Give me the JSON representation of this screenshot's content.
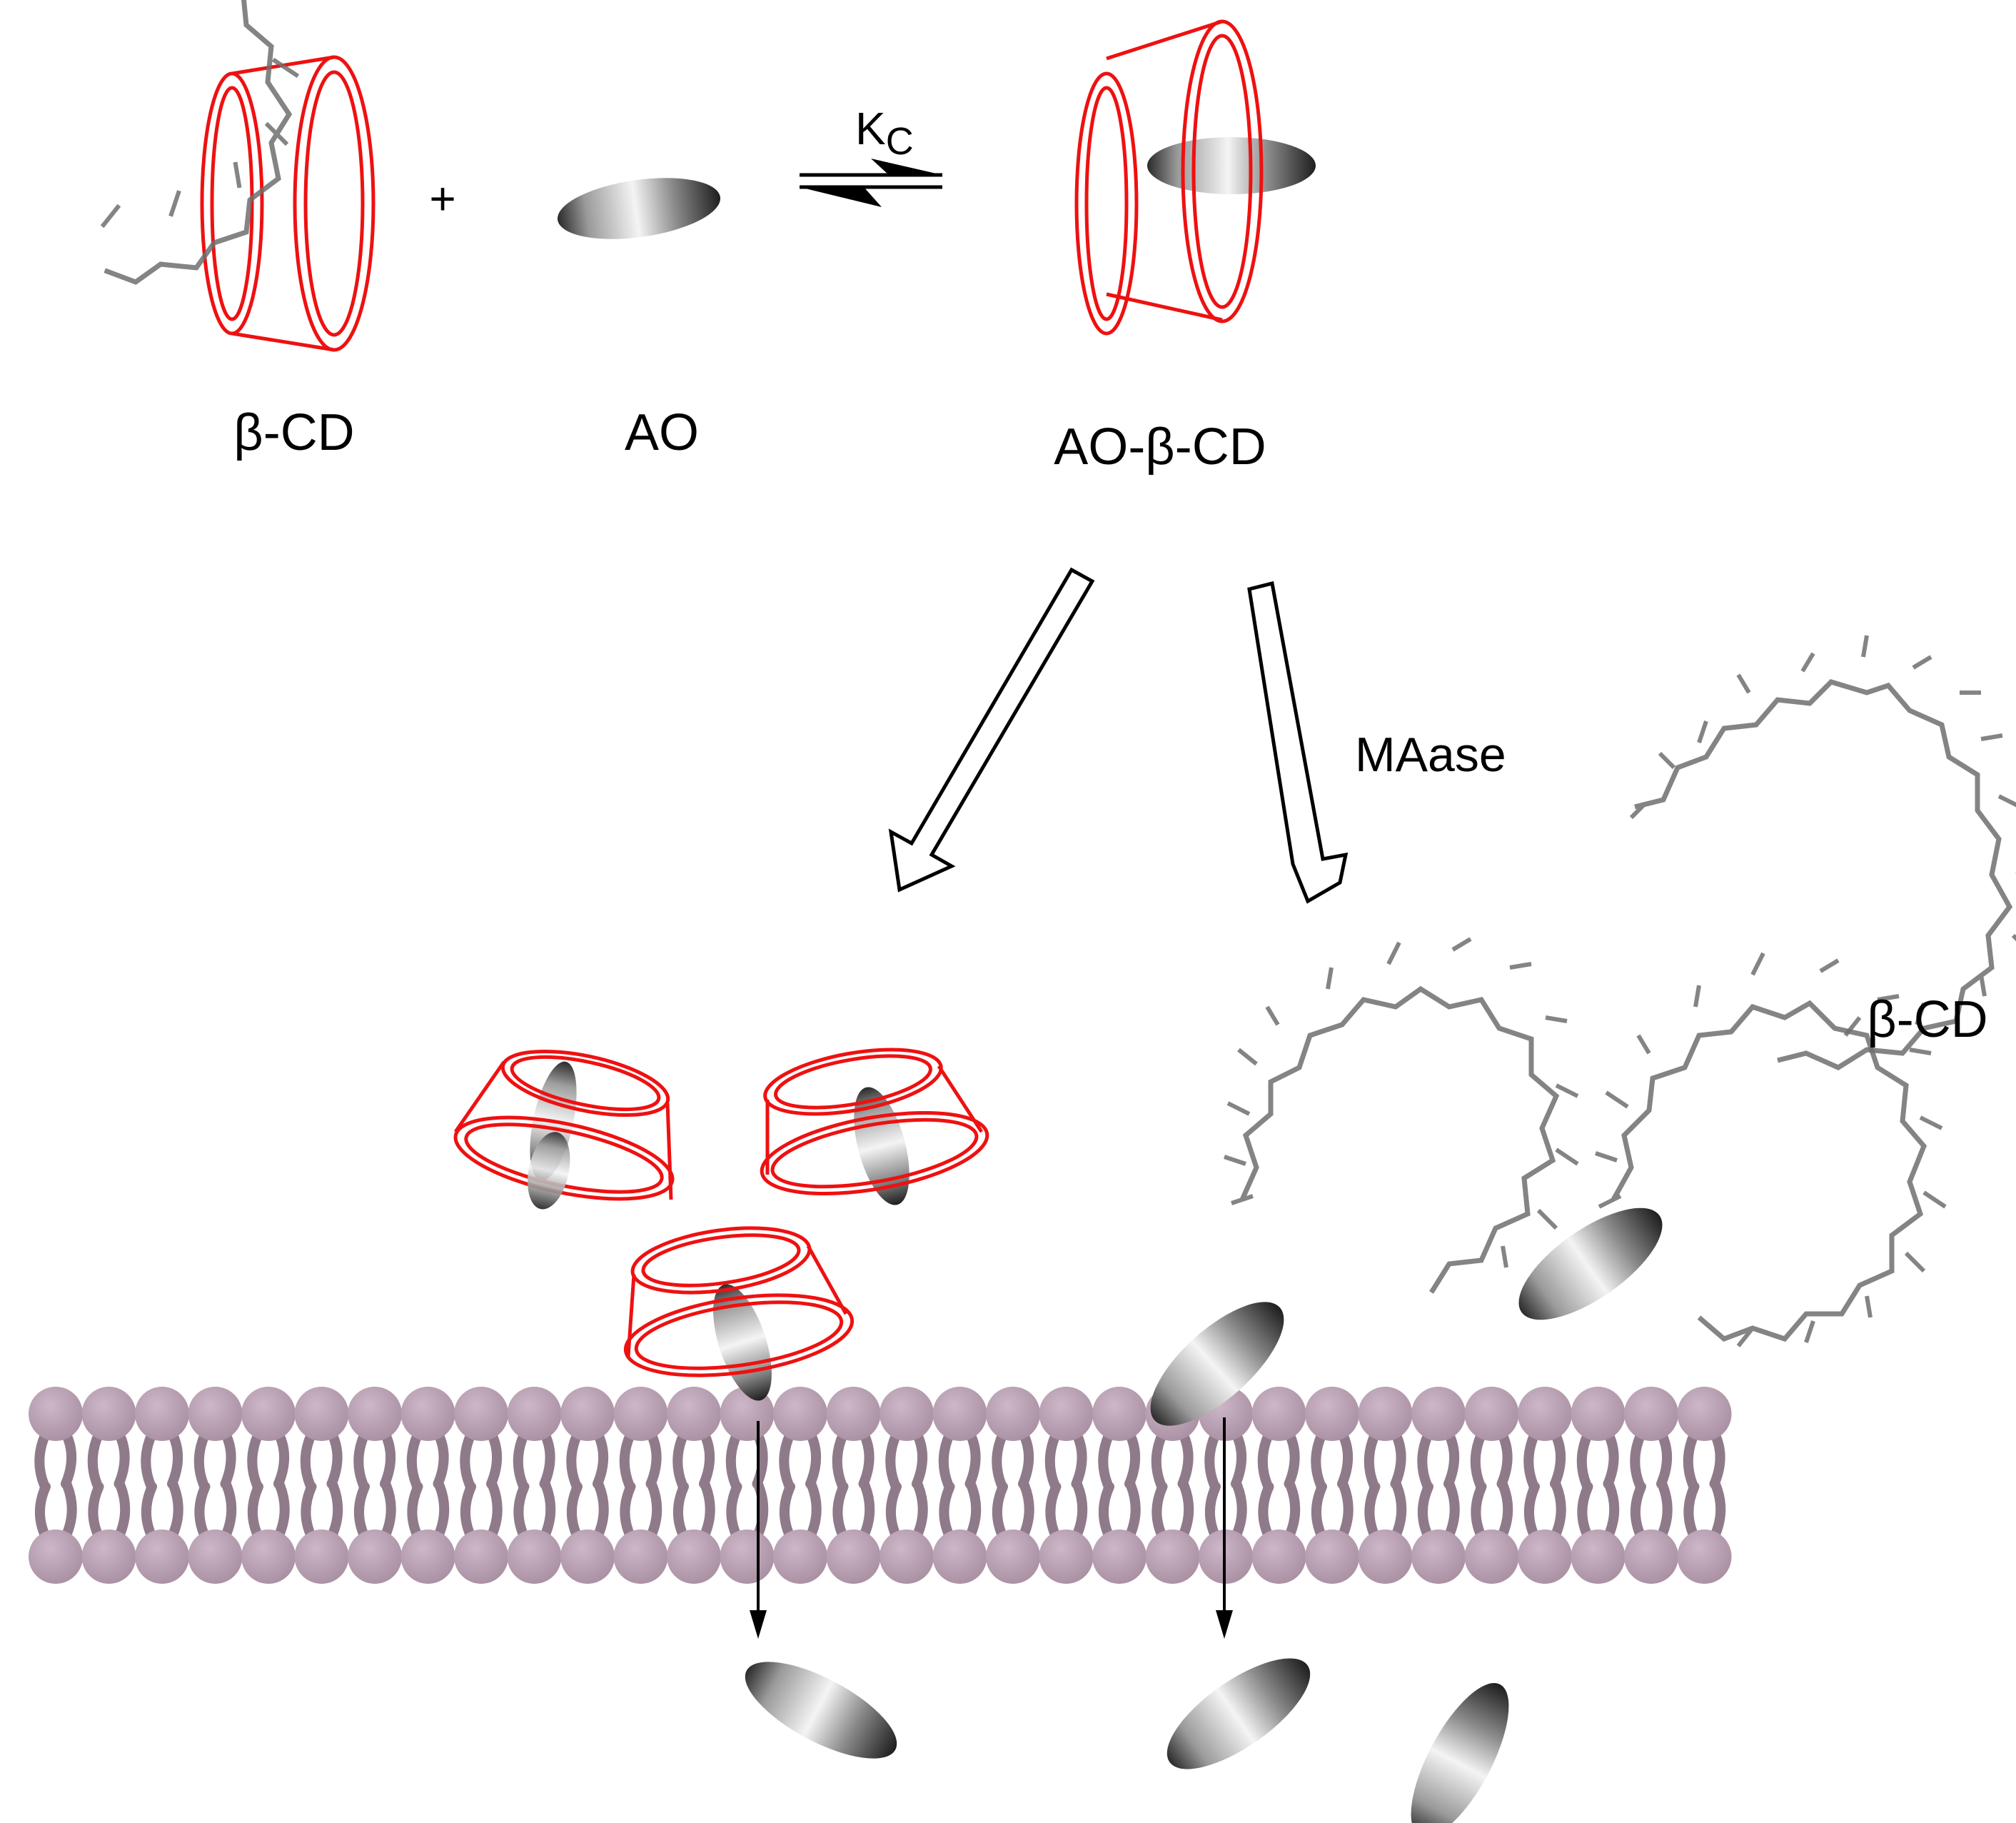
{
  "labels": {
    "beta_cd": "β-CD",
    "plus": "+",
    "ao": "AO",
    "kc_main": "K",
    "kc_sub": "C",
    "complex": "AO-β-CD",
    "enzyme": "MAase",
    "beta_cd_released": "β-CD"
  },
  "colors": {
    "cyclodextrin_outline": "#ee1111",
    "ao_dark": "#2a2a2a",
    "ao_light": "#f2f2f2",
    "lipid_head": "#b89db1",
    "lipid_tail": "#8f7a8a",
    "molecule_line": "#6f6f6f",
    "arrow": "#000000"
  },
  "icons": {
    "cyclodextrin": "truncated-cone-icon",
    "ao": "ellipsoid-icon",
    "membrane": "lipid-bilayer-icon",
    "beta_cd_structure": "macrocycle-structure-icon"
  }
}
